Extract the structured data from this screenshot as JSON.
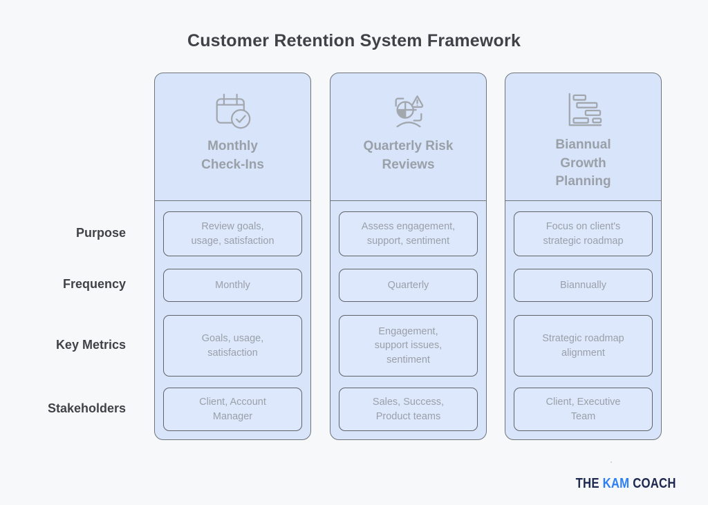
{
  "page": {
    "title": "Customer Retention System Framework"
  },
  "row_labels": {
    "purpose": "Purpose",
    "frequency": "Frequency",
    "key_metrics": "Key Metrics",
    "stakeholders": "Stakeholders"
  },
  "columns": [
    {
      "icon": "calendar-check-icon",
      "title": "Monthly\nCheck-Ins",
      "purpose": "Review goals,\nusage, satisfaction",
      "frequency": "Monthly",
      "key_metrics": "Goals, usage,\nsatisfaction",
      "stakeholders": "Client, Account\nManager"
    },
    {
      "icon": "risk-review-warning-icon",
      "title": "Quarterly Risk\nReviews",
      "purpose": "Assess engagement,\nsupport, sentiment",
      "frequency": "Quarterly",
      "key_metrics": "Engagement,\nsupport issues,\nsentiment",
      "stakeholders": "Sales, Success,\nProduct teams"
    },
    {
      "icon": "gantt-chart-icon",
      "title": "Biannual\nGrowth\nPlanning",
      "purpose": "Focus on client's\nstrategic roadmap",
      "frequency": "Biannually",
      "key_metrics": "Strategic roadmap\nalignment",
      "stakeholders": "Client, Executive\nTeam"
    }
  ],
  "logo": {
    "word1": "THE",
    "word2": "KAM",
    "word3": "COACH"
  },
  "colors": {
    "page_bg": "#f7f8fa",
    "panel_fill": "#d8e4fa",
    "cell_fill": "#dde8fc",
    "panel_border": "#6e7378",
    "cell_border": "#5f6368",
    "icon_stroke": "#a2a7ae",
    "heading_text": "#3f4347",
    "muted_text": "#9aa0a8",
    "logo_navy": "#20294f",
    "logo_blue": "#2d7ff7"
  }
}
